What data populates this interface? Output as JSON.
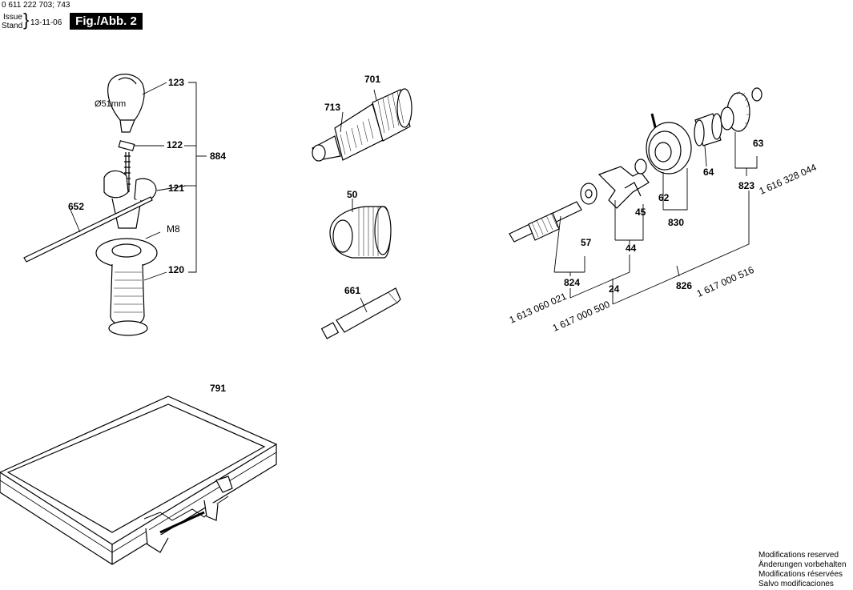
{
  "header": {
    "doc_number": "0 611 222 703; 743",
    "issue_label": "Issue",
    "stand_label": "Stand",
    "issue_date": "13-11-06",
    "figure_label": "Fig./Abb. 2"
  },
  "callouts": {
    "p123": "123",
    "p122": "122",
    "p121": "121",
    "p120": "120",
    "p884": "884",
    "p652": "652",
    "m8": "M8",
    "diameter": "Ø51mm",
    "p701": "701",
    "p713": "713",
    "p50": "50",
    "p661": "661",
    "p791": "791",
    "p63": "63",
    "p64": "64",
    "p62": "62",
    "p830": "830",
    "p45": "45",
    "p44": "44",
    "p57": "57",
    "p824": "824",
    "p24": "24",
    "p826": "826",
    "p823": "823"
  },
  "part_numbers": {
    "pn_824": "1 613 060 021",
    "pn_24": "1 617 000 500",
    "pn_826": "1 617 000 516",
    "pn_823": "1 616 328 044"
  },
  "footer": {
    "line1": "Modifications reserved",
    "line2": "Änderungen vorbehalten",
    "line3": "Modifications réservées",
    "line4": "Salvo modificaciones"
  }
}
